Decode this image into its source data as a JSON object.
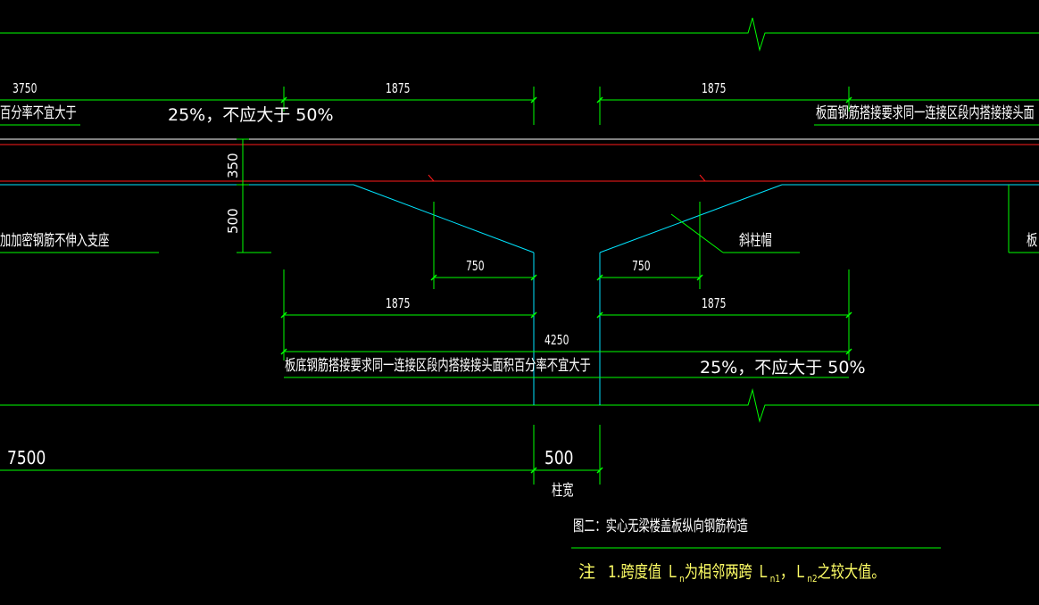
{
  "drawing": {
    "colors": {
      "background": "#000000",
      "green": "#00ff00",
      "cyan": "#00e5ff",
      "red": "#ff1a1a",
      "text": "#ffffff",
      "note": "#ffff66"
    },
    "dims": {
      "top_left_3750": "3750",
      "top_1875_left": "1875",
      "top_1875_right": "1875",
      "thick_350": "350",
      "thick_500": "500",
      "mid_750_left": "750",
      "mid_750_right": "750",
      "low_1875_left": "1875",
      "low_1875_right": "1875",
      "total_4250": "4250",
      "span_7500": "7500",
      "col_500": "500"
    },
    "texts": {
      "top_left_note": "百分率不宜大于",
      "top_pct": "25%，不应大于 50%",
      "top_right_note": "板面钢筋搭接要求同一连接区段内搭接接头面",
      "left_mid_note": "加加密钢筋不伸入支座",
      "col_cap": "斜柱帽",
      "right_edge": "板",
      "bottom_note": "板底钢筋搭接要求同一连接区段内搭接接头面积百分率不宜大于",
      "bottom_pct": "25%，不应大于 50%",
      "col_width": "柱宽",
      "figure_title": "图二：实心无梁楼盖板纵向钢筋构造",
      "note_prefix": "注",
      "note_body": "1.跨度值 Ｌ",
      "note_sub_n": "n",
      "note_mid": "为相邻两跨 Ｌ",
      "note_sub_n1": "n1",
      "note_sep": "，Ｌ",
      "note_sub_n2": "n2",
      "note_end": "之较大值。"
    }
  }
}
